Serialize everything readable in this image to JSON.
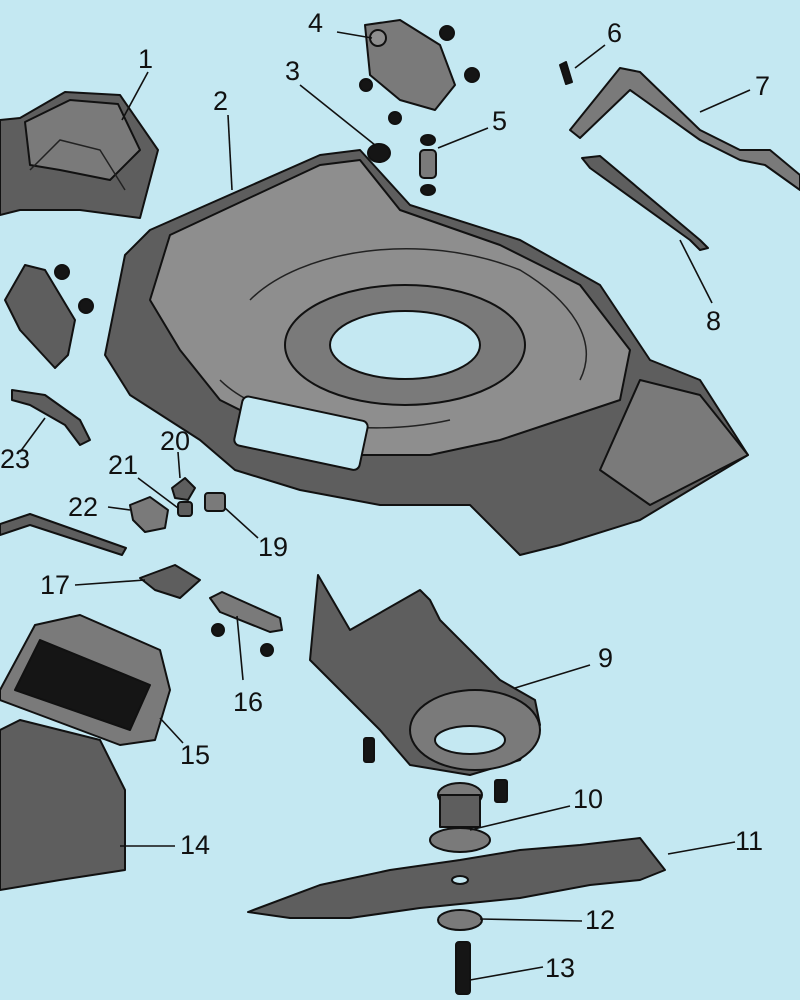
{
  "diagram": {
    "labels": [
      "1",
      "2",
      "3",
      "4",
      "5",
      "6",
      "7",
      "8",
      "9",
      "10",
      "11",
      "12",
      "13",
      "14",
      "15",
      "16",
      "17",
      "19",
      "20",
      "21",
      "22",
      "23"
    ],
    "colors": {
      "background": "#c4e8f2",
      "part_dark": "#5e5e5e",
      "part_mid": "#7a7a7a",
      "part_light": "#8e8e8e",
      "ink": "#111111"
    }
  }
}
